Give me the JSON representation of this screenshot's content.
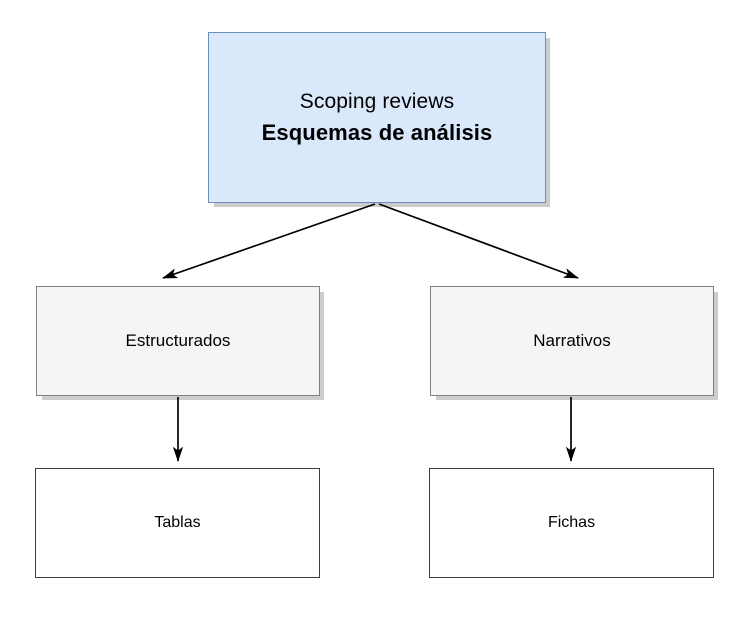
{
  "diagram": {
    "type": "flowchart",
    "orientation": "top-down",
    "background_color": "#ffffff",
    "nodes": {
      "root": {
        "id": "root",
        "title": "Scoping reviews",
        "subtitle": "Esquemas de análisis",
        "fill_color": "#dae8fc",
        "border_color": "#6c8ebf",
        "text_color": "#000000",
        "shadow": true
      },
      "estructurados": {
        "id": "estructurados",
        "label": "Estructurados",
        "fill_color": "#f5f5f5",
        "border_color": "#808080",
        "text_color": "#000000",
        "shadow": true
      },
      "narrativos": {
        "id": "narrativos",
        "label": "Narrativos",
        "fill_color": "#f5f5f5",
        "border_color": "#808080",
        "text_color": "#000000",
        "shadow": true
      },
      "tablas": {
        "id": "tablas",
        "label": "Tablas",
        "fill_color": "#ffffff",
        "border_color": "#3f3f3f",
        "text_color": "#000000",
        "shadow": false
      },
      "fichas": {
        "id": "fichas",
        "label": "Fichas",
        "fill_color": "#ffffff",
        "border_color": "#3f3f3f",
        "text_color": "#000000",
        "shadow": false
      }
    },
    "edges": [
      {
        "id": "root-to-estructurados",
        "from": "root",
        "to": "estructurados",
        "style": "diagonal",
        "arrowhead": "filled",
        "color": "#000000"
      },
      {
        "id": "root-to-narrativos",
        "from": "root",
        "to": "narrativos",
        "style": "diagonal",
        "arrowhead": "filled",
        "color": "#000000"
      },
      {
        "id": "estructurados-to-tablas",
        "from": "estructurados",
        "to": "tablas",
        "style": "vertical",
        "arrowhead": "filled",
        "color": "#000000"
      },
      {
        "id": "narrativos-to-fichas",
        "from": "narrativos",
        "to": "fichas",
        "style": "vertical",
        "arrowhead": "filled",
        "color": "#000000"
      }
    ]
  }
}
